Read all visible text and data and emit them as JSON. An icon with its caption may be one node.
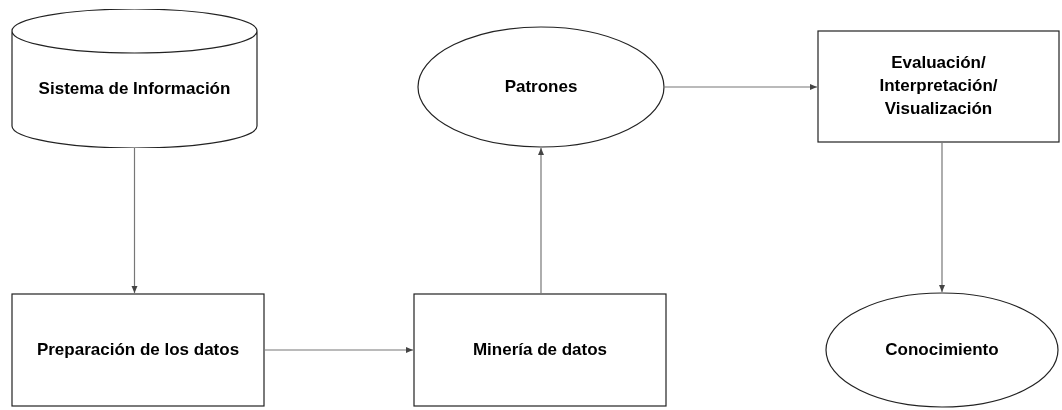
{
  "diagram": {
    "nodes": [
      {
        "text": [
          "Sistema de Información"
        ]
      },
      {
        "text": [
          "Preparación de los datos"
        ]
      },
      {
        "text": [
          "Minería de datos"
        ]
      },
      {
        "text": [
          "Patrones"
        ]
      },
      {
        "text": [
          "Evaluación/ Interpretación/ Visualización"
        ]
      },
      {
        "text": [
          "Conocimiento"
        ]
      }
    ],
    "edges": [
      {
        "from": 0,
        "to": 1,
        "arrow": "to"
      },
      {
        "from": 1,
        "to": 2,
        "arrow": "to"
      },
      {
        "from": 2,
        "to": 3,
        "arrow": "to"
      },
      {
        "from": 3,
        "to": 4,
        "arrow": "to"
      },
      {
        "from": 4,
        "to": 5,
        "arrow": "to"
      }
    ]
  }
}
